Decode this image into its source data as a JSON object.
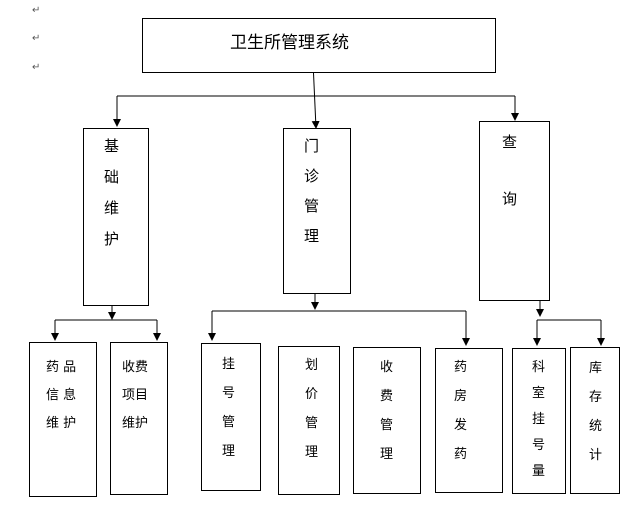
{
  "diagram": {
    "root": {
      "title": "卫生所管理系统"
    },
    "branches": [
      {
        "chars": [
          "基",
          "础",
          "维",
          "护"
        ],
        "children": [
          {
            "lines": [
              "药  品",
              "信  息",
              "维  护"
            ]
          },
          {
            "lines": [
              "收费",
              "项目",
              "维护"
            ]
          }
        ]
      },
      {
        "chars": [
          "门",
          "诊",
          "管",
          "理"
        ],
        "children": [
          {
            "chars": [
              "挂",
              "号",
              "管",
              "理"
            ]
          },
          {
            "chars": [
              "划",
              "价",
              "管",
              "理"
            ]
          },
          {
            "chars": [
              "收",
              "费",
              "管",
              "理"
            ]
          },
          {
            "chars": [
              "药",
              "房",
              "发",
              "药"
            ]
          }
        ]
      },
      {
        "chars": [
          "查",
          "询"
        ],
        "children": [
          {
            "chars": [
              "科",
              "室",
              "挂",
              "号",
              "量"
            ]
          },
          {
            "chars": [
              "库",
              "存",
              "统",
              "计"
            ]
          }
        ]
      }
    ]
  }
}
